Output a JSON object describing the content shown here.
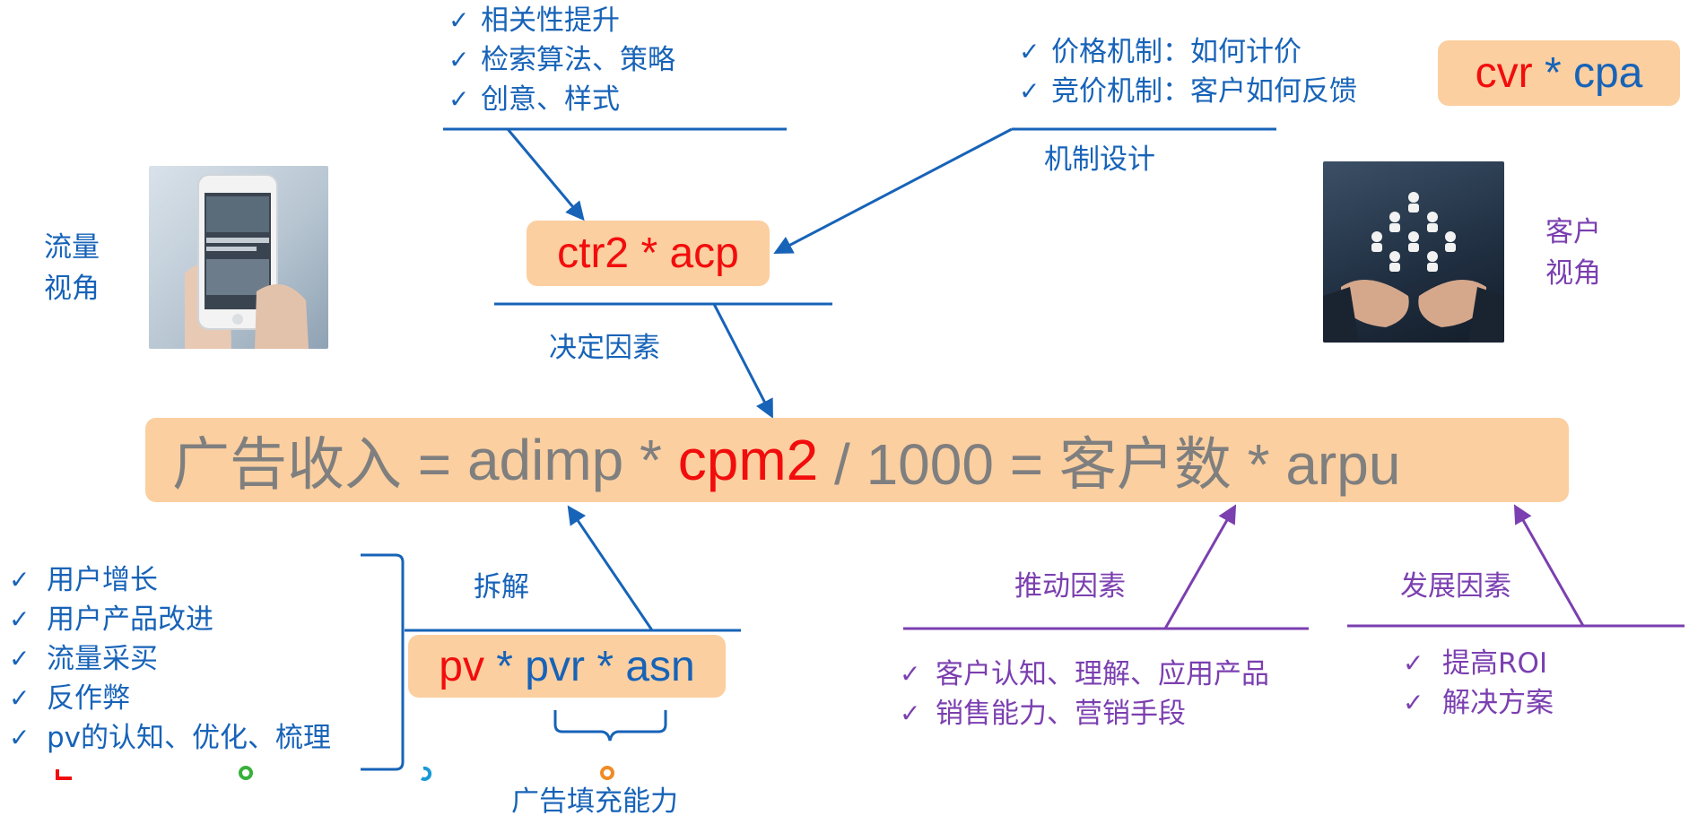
{
  "main_formula": {
    "lhs": "广告收入 = ",
    "adimp": "adimp * ",
    "cpm2": "cpm2",
    "rest": " / 1000 = 客户数 * arpu"
  },
  "ctr_formula": {
    "ctr2": "ctr2 * acp"
  },
  "cvr_formula": {
    "cvr": "cvr",
    "op": " * ",
    "cpa": "cpa"
  },
  "pv_formula": {
    "pv": "pv",
    "rest": " * pvr * asn"
  },
  "labels": {
    "traffic_view": [
      "流量",
      "视角"
    ],
    "customer_view": [
      "客户",
      "视角"
    ],
    "mechanism": "机制设计",
    "determining": "决定因素",
    "decompose": "拆解",
    "driving": "推动因素",
    "development": "发展因素",
    "fill_ability": "广告填充能力"
  },
  "lists": {
    "relevance": [
      "相关性提升",
      "检索算法、策略",
      "创意、样式"
    ],
    "mechanism": [
      "价格机制：如何计价",
      "竞价机制：客户如何反馈"
    ],
    "traffic": [
      "用户增长",
      "用户产品改进",
      "流量采买",
      "反作弊",
      "pv的认知、优化、梳理"
    ],
    "driving": [
      "客户认知、理解、应用产品",
      "销售能力、营销手段"
    ],
    "development": [
      "提高ROI",
      "解决方案"
    ]
  },
  "check_mark": "✓",
  "colors": {
    "blue": "#1763b8",
    "purple": "#7b3fb0",
    "red": "#f20d0d",
    "gray": "#7f7f7f",
    "pill": "#fbcfa0"
  },
  "icons": [
    "phone-photo-icon",
    "people-hands-photo-icon"
  ]
}
